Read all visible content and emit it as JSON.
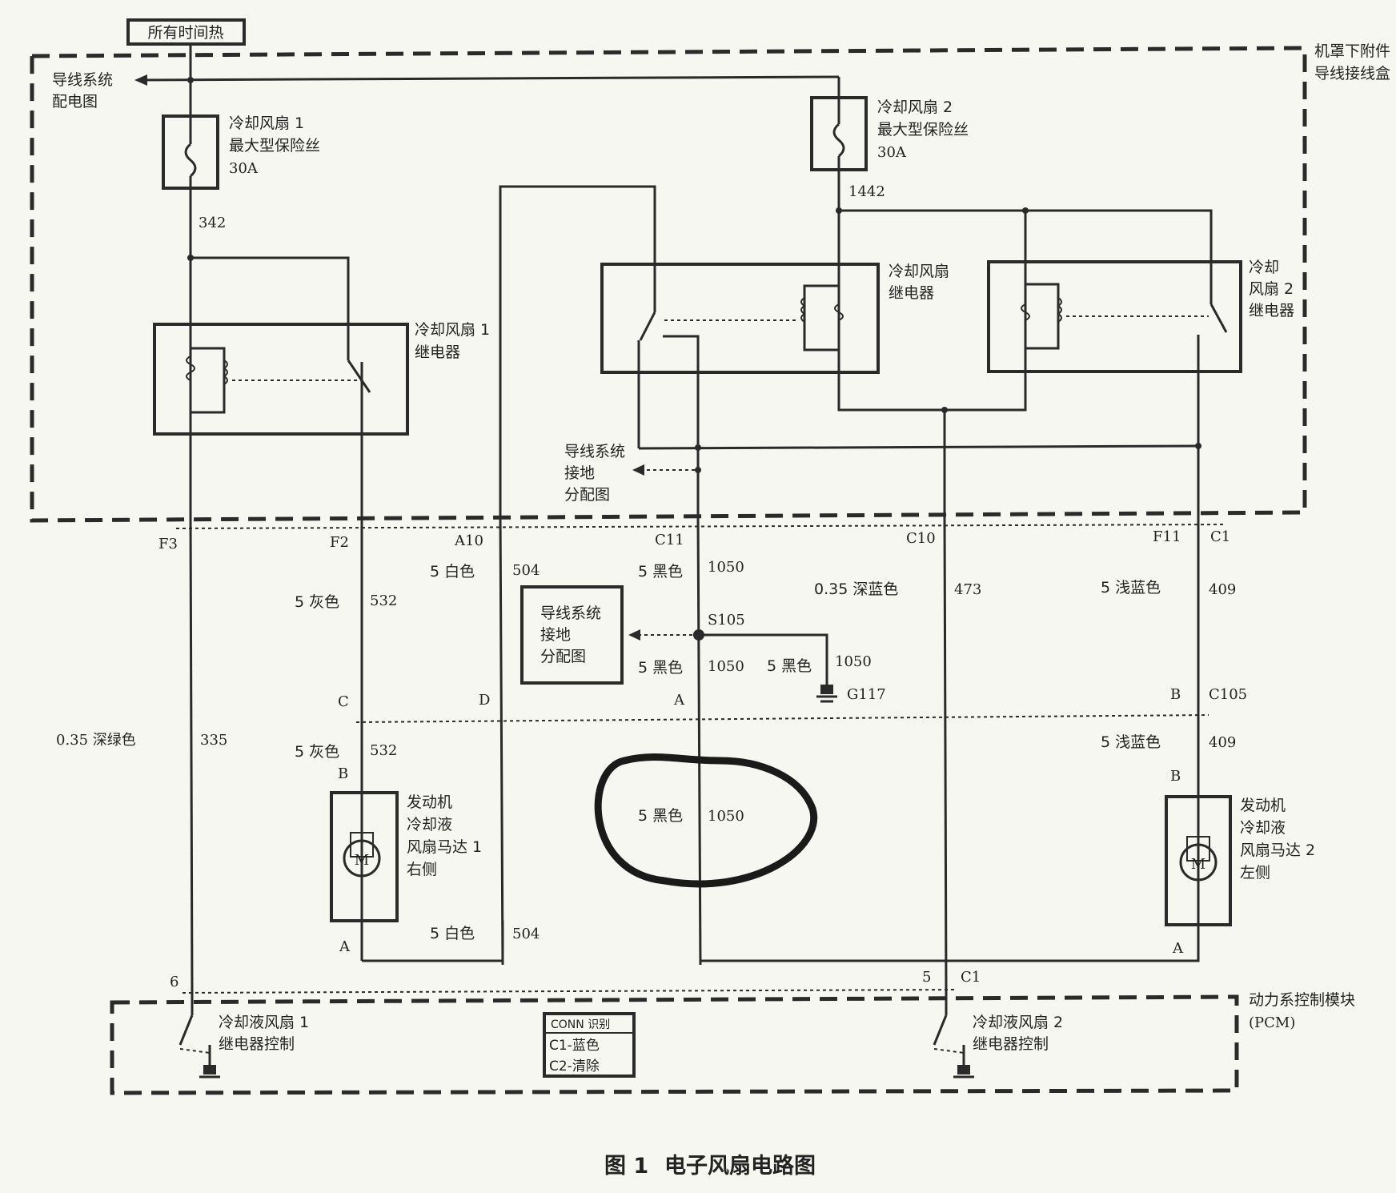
{
  "supply": {
    "label": "所有时间热"
  },
  "box": {
    "underhood_l1": "机罩下附件",
    "underhood_l2": "导线接线盒",
    "wiring_l1": "导线系统",
    "wiring_l2": "配电图"
  },
  "fuse1": {
    "l1": "冷却风扇 1",
    "l2": "最大型保险丝",
    "rating": "30A",
    "wire": "342"
  },
  "fuse2": {
    "l1": "冷却风扇 2",
    "l2": "最大型保险丝",
    "rating": "30A",
    "wire": "1442"
  },
  "relay1": {
    "l1": "冷却风扇 1",
    "l2": "继电器"
  },
  "relay_mid": {
    "l1": "冷却风扇",
    "l2": "继电器"
  },
  "relay2": {
    "l1": "冷却",
    "l2": "风扇 2",
    "l3": "继电器"
  },
  "ground_ref1": {
    "l1": "导线系统",
    "l2": "接地",
    "l3": "分配图"
  },
  "ground_ref2": {
    "l1": "导线系统",
    "l2": "接地",
    "l3": "分配图"
  },
  "pins": {
    "F3": "F3",
    "F2": "F2",
    "A10": "A10",
    "C11": "C11",
    "C10": "C10",
    "F11": "F11",
    "C1": "C1",
    "C": "C",
    "D": "D",
    "A": "A",
    "B": "B",
    "C105": "C105",
    "B2": "B",
    "Bm1": "B",
    "Bm2": "B",
    "Am1": "A",
    "Am2": "A",
    "six": "6",
    "five": "5",
    "C1b": "C1"
  },
  "wires": {
    "w335_color": "0.35 深绿色",
    "w335": "335",
    "w532_color": "5 灰色",
    "w532": "532",
    "w532b_color": "5 灰色",
    "w532b": "532",
    "w504_color": "5 白色",
    "w504": "504",
    "w504b_color": "5 白色",
    "w504b": "504",
    "w1050_color": "5 黑色",
    "w1050": "1050",
    "w1050b_color": "5 黑色",
    "w1050b": "1050",
    "w1050c_color": "5 黑色",
    "w1050c": "1050",
    "w1050d_color": "5 黑色",
    "w1050d": "1050",
    "w473_color": "0.35 深蓝色",
    "w473": "473",
    "w409_color": "5 浅蓝色",
    "w409": "409",
    "w409b_color": "5 浅蓝色",
    "w409b": "409",
    "splice": "S105",
    "ground": "G117"
  },
  "motor1": {
    "l1": "发动机",
    "l2": "冷却液",
    "l3": "风扇马达 1",
    "l4": "右侧",
    "symbol": "M"
  },
  "motor2": {
    "l1": "发动机",
    "l2": "冷却液",
    "l3": "风扇马达 2",
    "l4": "左侧",
    "symbol": "M"
  },
  "pcm": {
    "l1": "动力系控制模块",
    "l2": "(PCM)",
    "ctrl1_l1": "冷却液风扇 1",
    "ctrl1_l2": "继电器控制",
    "ctrl2_l1": "冷却液风扇 2",
    "ctrl2_l2": "继电器控制",
    "conn_title": "CONN 识别",
    "conn_c1": "C1-蓝色",
    "conn_c2": "C2-清除"
  },
  "caption": {
    "fig": "图 1",
    "title": "电子风扇电路图"
  }
}
